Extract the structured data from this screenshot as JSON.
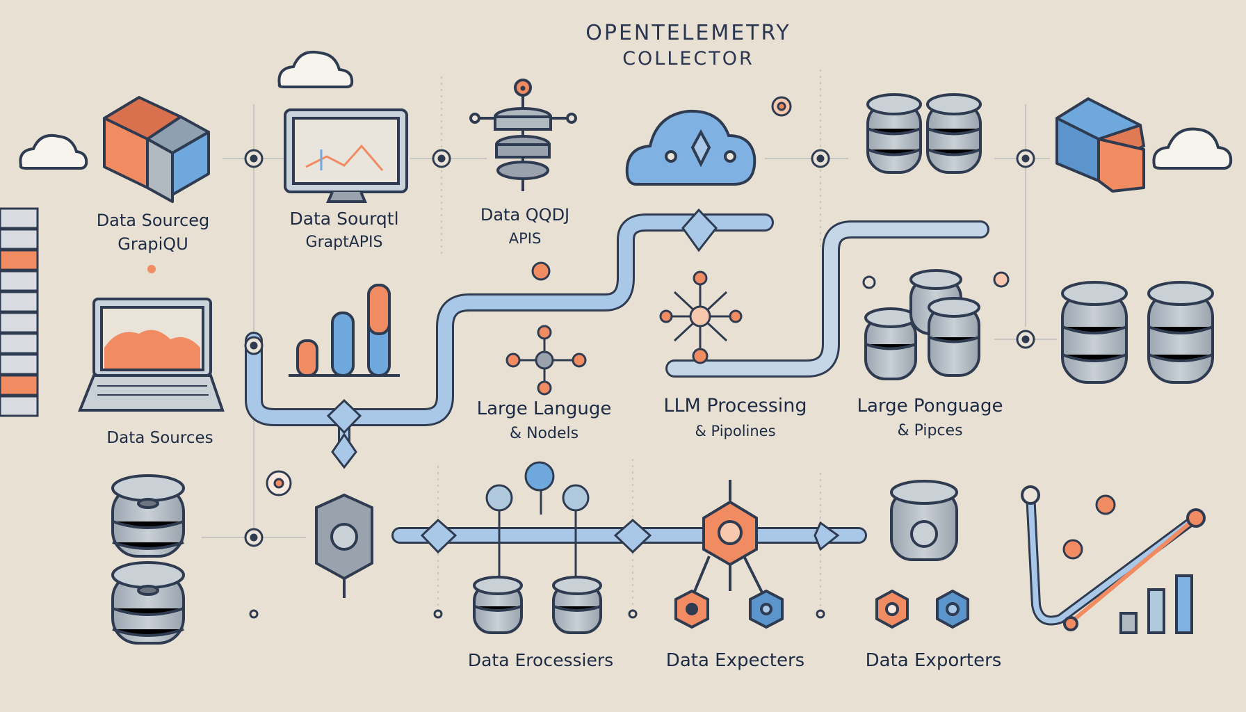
{
  "title": {
    "line1": "OPENTELEMETRY",
    "line2": "COLLECTOR"
  },
  "labels": {
    "top_sources_1": {
      "line1": "Data Sourceg",
      "line2": "GrapiQU"
    },
    "top_sources_2": {
      "line1": "Data Sourqtl",
      "line2": "GraptAPIS"
    },
    "top_sources_3": {
      "line1": "Data QQDJ",
      "line2": "APIS"
    },
    "data_sources": "Data Sources",
    "llm_1": {
      "line1": "Large Languge",
      "line2": "& Nodels"
    },
    "llm_2": {
      "line1": "LLM Processing",
      "line2": "& Pipolines"
    },
    "llm_3": {
      "line1": "Large Ponguаge",
      "line2": "& Pipces"
    },
    "bottom_1": "Data Eroceѕsiers",
    "bottom_2": "Data Expeсters",
    "bottom_3": "Data Exporters"
  },
  "colors": {
    "background": "#e8e1d3",
    "accent_blue": "#6ea8dc",
    "accent_orange": "#f08b62",
    "gray": "#9aa3ad",
    "outline": "#2f3b50",
    "pipe": "#a9c8e8"
  },
  "icons": [
    "cloud-icon",
    "stacked-boxes-icon",
    "monitor-chart-icon",
    "server-stack-icon",
    "cloud-platform-icon",
    "database-icon",
    "laptop-chart-icon",
    "bar-chart-icon",
    "network-node-icon",
    "router-icon",
    "hexagon-node-icon",
    "trend-chart-icon"
  ]
}
